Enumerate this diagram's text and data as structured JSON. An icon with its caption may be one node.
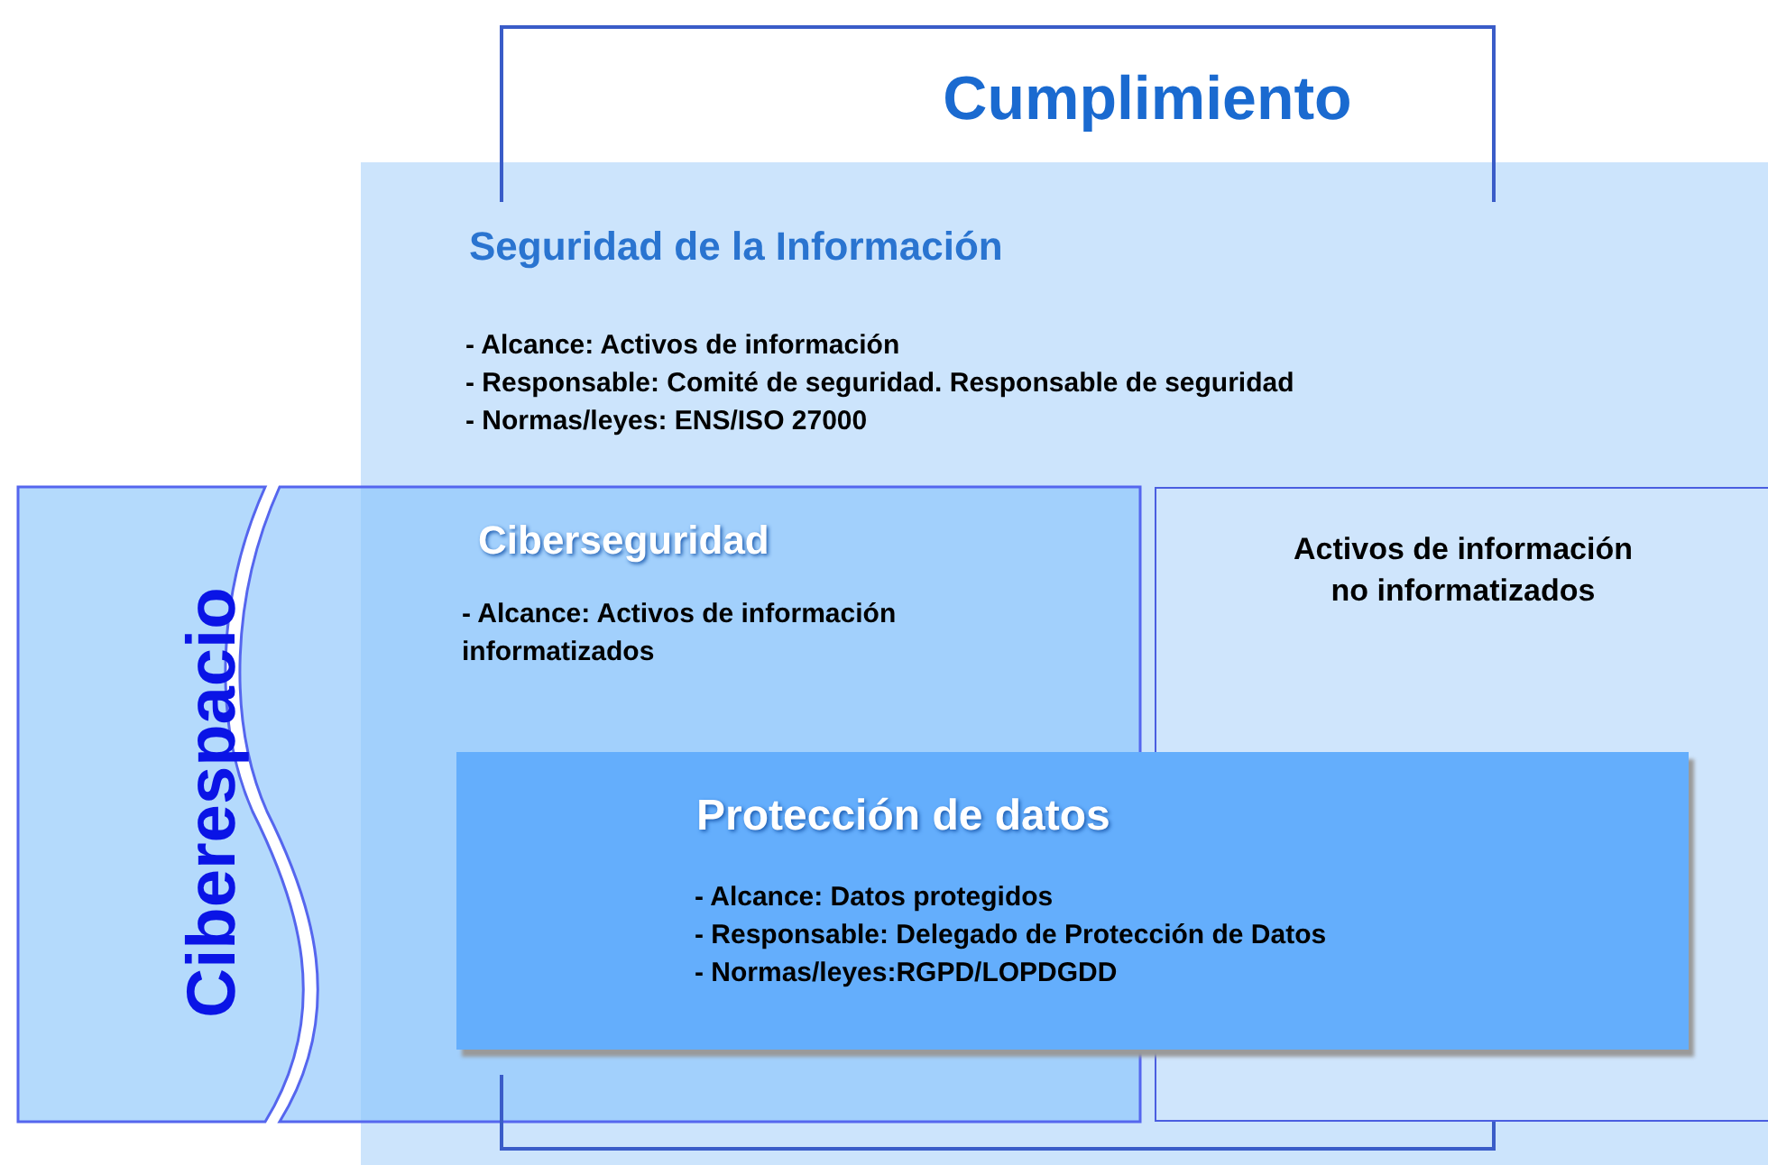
{
  "diagram": {
    "nodes": [
      {
        "text": [
          "Seguridad de la Información",
          "- Alcance: Activos de información",
          "- Responsable: Comité de seguridad. Responsable de seguridad",
          "- Normas/leyes: ENS/ISO 27000"
        ]
      },
      {
        "text": [
          "Ciberespacio"
        ]
      },
      {
        "text": [
          "Ciberseguridad",
          "- Alcance: Activos de información informatizados"
        ]
      },
      {
        "text": [
          "Activos de información no informatizados"
        ],
        "in": 0
      },
      {
        "text": [
          "Protección de datos",
          "- Alcance: Datos protegidos",
          "- Responsable: Delegado de Protección de Datos",
          "- Normas/leyes:RGPD/LOPDGDD"
        ],
        "in": 0
      }
    ],
    "labels": [
      "Cumplimiento"
    ]
  }
}
